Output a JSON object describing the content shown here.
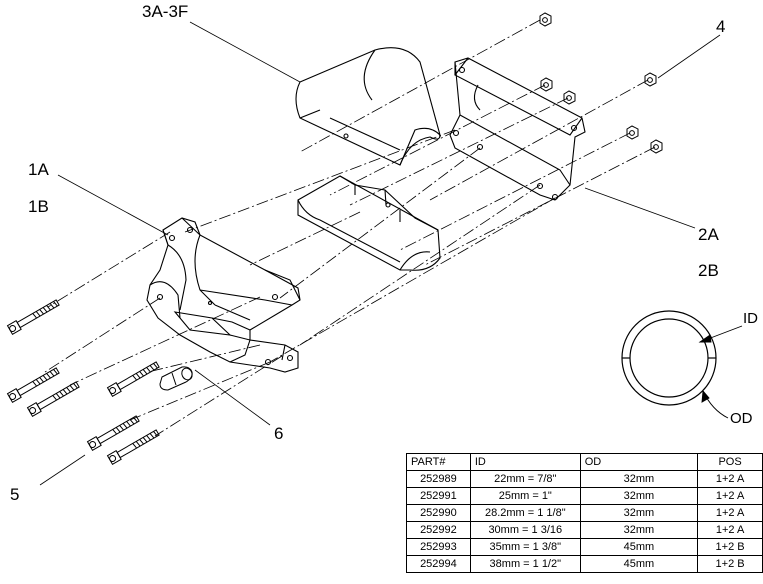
{
  "callouts": {
    "c3": "3A-3F",
    "c4": "4",
    "c1a": "1A",
    "c1b": "1B",
    "c2a": "2A",
    "c2b": "2B",
    "c6": "6",
    "c5": "5",
    "id_label": "ID",
    "od_label": "OD"
  },
  "table": {
    "headers": [
      "PART#",
      "ID",
      "OD",
      "POS"
    ],
    "rows": [
      [
        "252989",
        "22mm = 7/8\"",
        "32mm",
        "1+2 A"
      ],
      [
        "252991",
        "25mm = 1\"",
        "32mm",
        "1+2 A"
      ],
      [
        "252990",
        "28.2mm = 1 1/8\"",
        "32mm",
        "1+2 A"
      ],
      [
        "252992",
        "30mm = 1 3/16",
        "32mm",
        "1+2 A"
      ],
      [
        "252993",
        "35mm = 1 3/8\"",
        "45mm",
        "1+2 B"
      ],
      [
        "252994",
        "38mm = 1 1/2\"",
        "45mm",
        "1+2 B"
      ]
    ]
  }
}
